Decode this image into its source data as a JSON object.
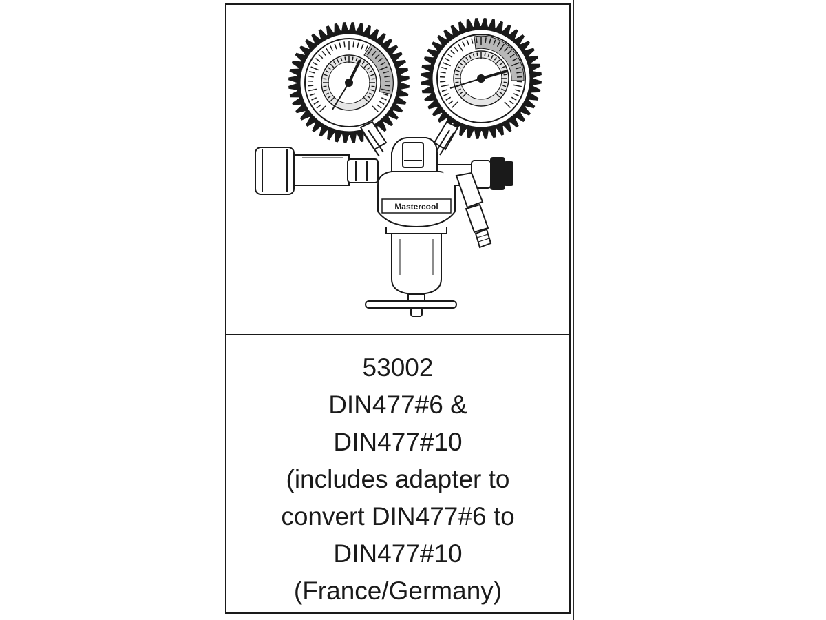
{
  "product": {
    "brand_label": "Mastercool",
    "lines": [
      "53002",
      "DIN477#6 &",
      "DIN477#10",
      "(includes adapter to",
      "convert DIN477#6 to",
      "DIN477#10",
      "(France/Germany)"
    ]
  },
  "icons": {
    "illustration": "pressure-regulator-with-two-gauges-icon"
  },
  "colors": {
    "ink": "#1a1a1a",
    "paper": "#ffffff",
    "gauge_shade": "#b8b8b8",
    "gauge_light": "#e6e6e6"
  }
}
